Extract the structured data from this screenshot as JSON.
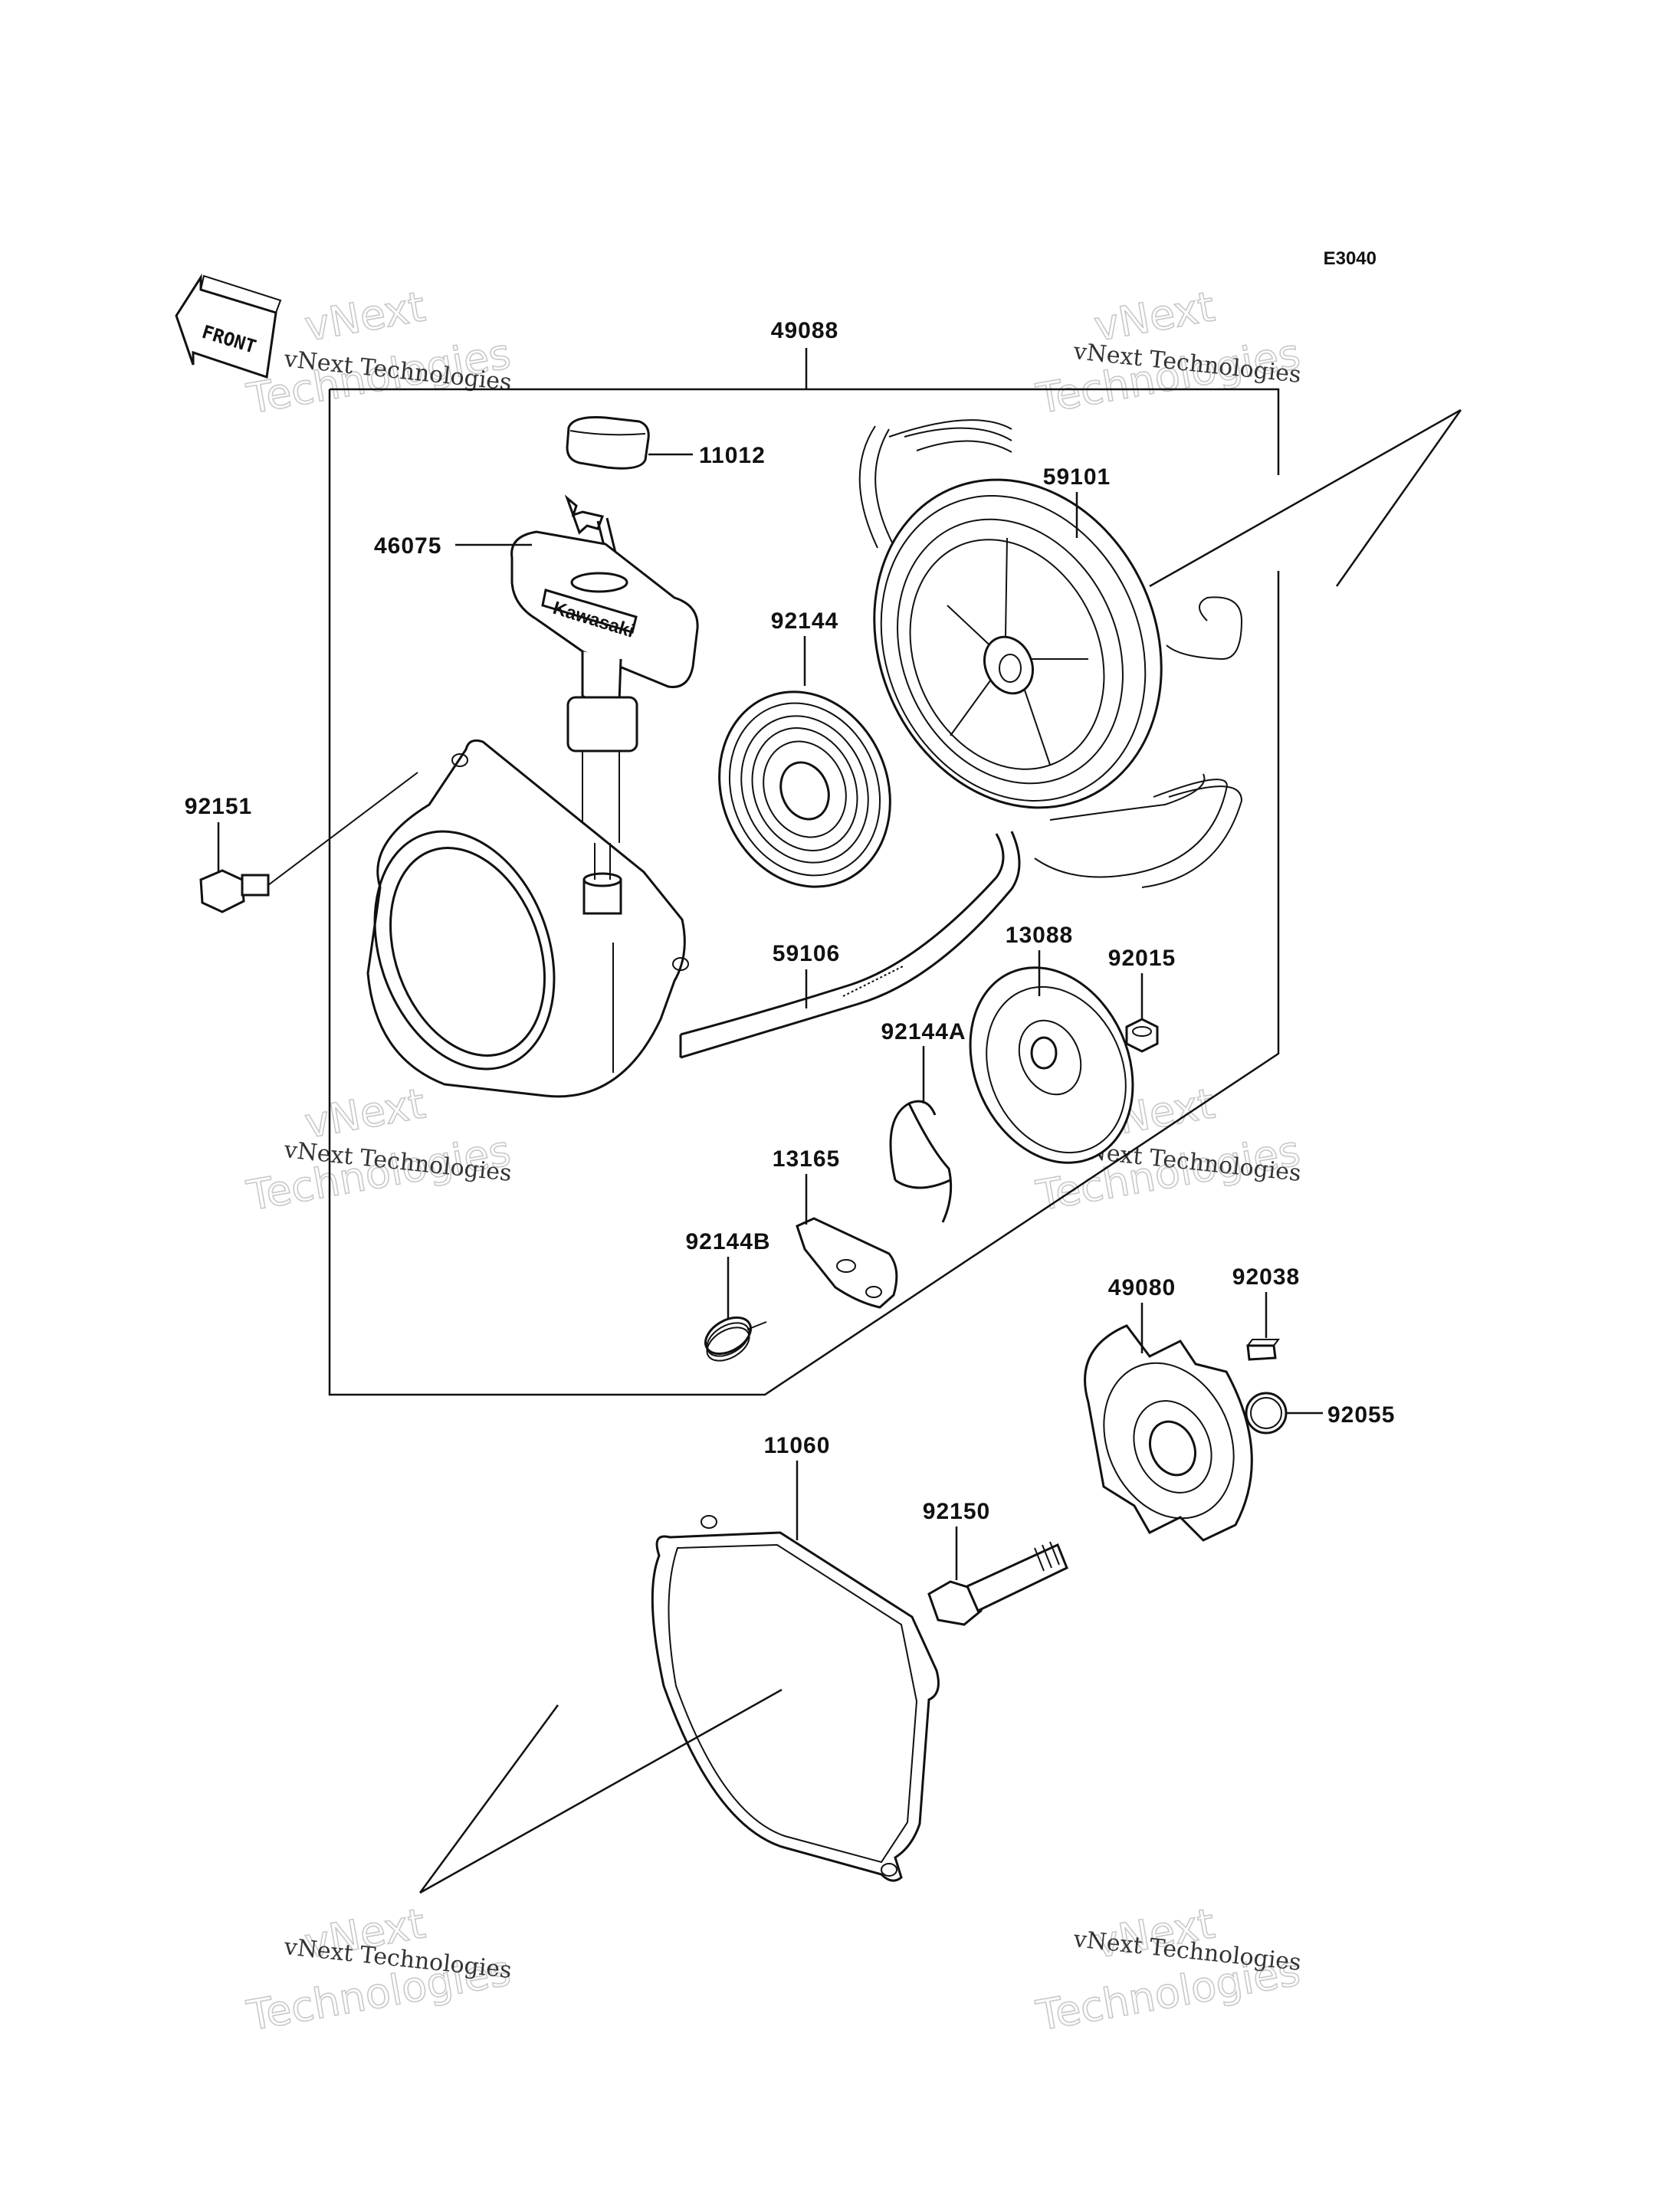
{
  "diagram_code": "E3040",
  "front_label": "FRONT",
  "part_numbers": {
    "p49088": "49088",
    "p11012": "11012",
    "p46075": "46075",
    "p59101": "59101",
    "p92144": "92144",
    "p92151": "92151",
    "p59106": "59106",
    "p13088": "13088",
    "p92015": "92015",
    "p92144A": "92144A",
    "p13165": "13165",
    "p92144B": "92144B",
    "p49080": "49080",
    "p92038": "92038",
    "p92055": "92055",
    "p11060": "11060",
    "p92150": "92150"
  },
  "handle_brand": "Kawasaki",
  "watermark": {
    "small": "vNext Technologies",
    "big_line1": "vNext",
    "big_line2": "Technologies"
  }
}
